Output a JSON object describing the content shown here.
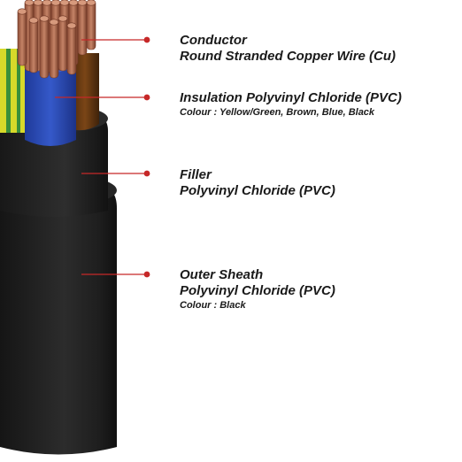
{
  "labels": [
    {
      "id": "conductor",
      "title": "Conductor",
      "line2": "Round Stranded Copper Wire (Cu)",
      "note": ""
    },
    {
      "id": "insulation",
      "title": "Insulation Polyvinyl Chloride (PVC)",
      "line2": "",
      "note": "Colour : Yellow/Green, Brown, Blue, Black"
    },
    {
      "id": "filler",
      "title": "Filler",
      "line2": "Polyvinyl Chloride (PVC)",
      "note": ""
    },
    {
      "id": "outer-sheath",
      "title": "Outer Sheath",
      "line2": "Polyvinyl Chloride (PVC)",
      "note": "Colour : Black"
    }
  ],
  "colors": {
    "leader": "#c62828",
    "copper": "#b8735a",
    "copper_dark": "#7d4430",
    "yellow": "#d7d92a",
    "green": "#3a8f3a",
    "blue": "#2e4fb8",
    "brown": "#6a3a12",
    "sheath": "#1c1c1c",
    "sheath_highlight": "#3a3a3a"
  }
}
